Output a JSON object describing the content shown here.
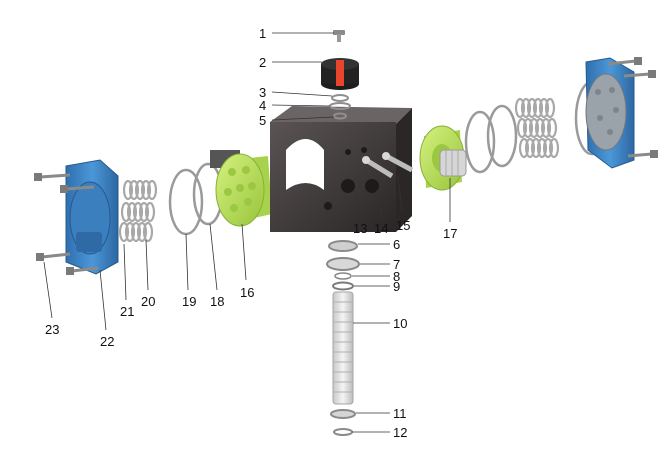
{
  "callouts": {
    "c1": "1",
    "c2": "2",
    "c3": "3",
    "c4": "4",
    "c5": "5",
    "c6": "6",
    "c7": "7",
    "c8": "8",
    "c9": "9",
    "c10": "10",
    "c11": "11",
    "c12": "12",
    "c13": "13",
    "c14": "14",
    "c15": "15",
    "c16": "16",
    "c17": "17",
    "c18": "18",
    "c19": "19",
    "c20": "20",
    "c21": "21",
    "c22": "22",
    "c23": "23"
  },
  "colors": {
    "body": "#3a3535",
    "end_cap": "#3f86c8",
    "piston": "#b7e35a",
    "indicator": "#222222",
    "indicator_accent": "#e8452c",
    "spring": "#b9b9b9",
    "oring": "#9a9a9a"
  }
}
